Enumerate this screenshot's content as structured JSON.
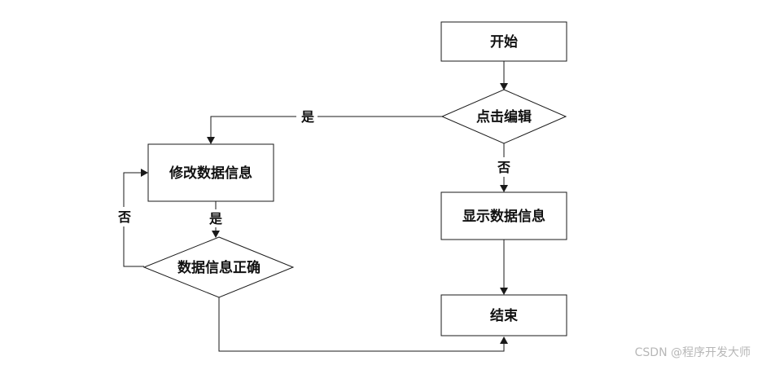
{
  "nodes": {
    "start": "开始",
    "click_edit": "点击编辑",
    "modify_info": "修改数据信息",
    "show_info": "显示数据信息",
    "info_correct": "数据信息正确",
    "end": "结束"
  },
  "edges": {
    "click_edit_yes": "是",
    "click_edit_no": "否",
    "modify_yes": "是",
    "correct_no": "否"
  },
  "watermark": "CSDN @程序开发大师"
}
